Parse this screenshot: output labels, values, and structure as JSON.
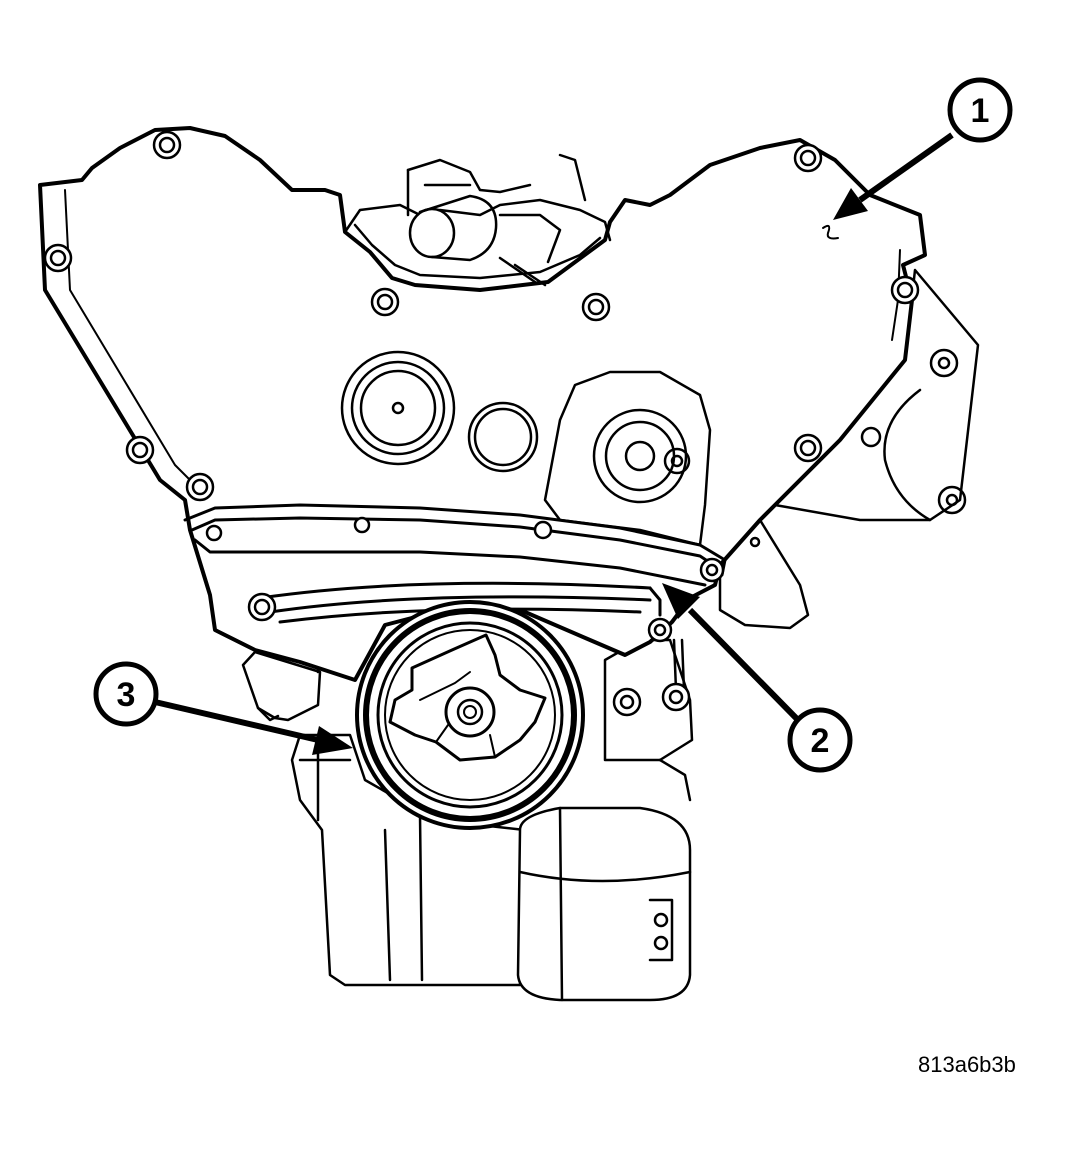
{
  "callouts": [
    {
      "id": "callout-1",
      "label": "1"
    },
    {
      "id": "callout-2",
      "label": "2"
    },
    {
      "id": "callout-3",
      "label": "3"
    }
  ],
  "figure_id": "813a6b3b",
  "colors": {
    "line": "#000000",
    "background": "#ffffff"
  }
}
